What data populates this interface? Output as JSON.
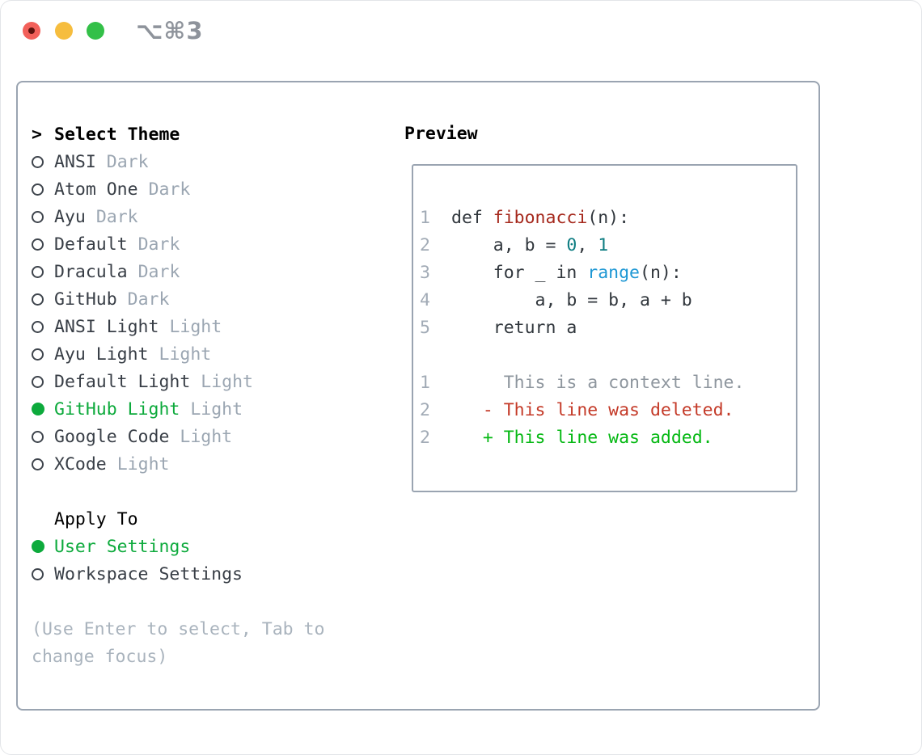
{
  "window": {
    "title": "⌥⌘3",
    "traffic_lights": [
      {
        "name": "close",
        "color": "#f2605a"
      },
      {
        "name": "minimize",
        "color": "#f6bd3e"
      },
      {
        "name": "maximize",
        "color": "#33c048"
      }
    ]
  },
  "theme_list": {
    "header_prompt": ">",
    "header": "Select Theme",
    "items": [
      {
        "name": "ANSI",
        "variant": "Dark",
        "selected": false
      },
      {
        "name": "Atom One",
        "variant": "Dark",
        "selected": false
      },
      {
        "name": "Ayu",
        "variant": "Dark",
        "selected": false
      },
      {
        "name": "Default",
        "variant": "Dark",
        "selected": false
      },
      {
        "name": "Dracula",
        "variant": "Dark",
        "selected": false
      },
      {
        "name": "GitHub",
        "variant": "Dark",
        "selected": false
      },
      {
        "name": "ANSI Light",
        "variant": "Light",
        "selected": false
      },
      {
        "name": "Ayu Light",
        "variant": "Light",
        "selected": false
      },
      {
        "name": "Default Light",
        "variant": "Light",
        "selected": false
      },
      {
        "name": "GitHub Light",
        "variant": "Light",
        "selected": true
      },
      {
        "name": "Google Code",
        "variant": "Light",
        "selected": false
      },
      {
        "name": "XCode",
        "variant": "Light",
        "selected": false
      }
    ]
  },
  "apply_to": {
    "header": "Apply To",
    "options": [
      {
        "name": "User Settings",
        "selected": true
      },
      {
        "name": "Workspace Settings",
        "selected": false
      }
    ]
  },
  "hint_lines": [
    "(Use Enter to select, Tab to",
    "change focus)"
  ],
  "preview": {
    "header": "Preview",
    "code_lines": [
      {
        "num": "1",
        "segments": [
          {
            "t": "def ",
            "c": "plain"
          },
          {
            "t": "fibonacci",
            "c": "func"
          },
          {
            "t": "(n):",
            "c": "plain"
          }
        ]
      },
      {
        "num": "2",
        "segments": [
          {
            "t": "    a, b = ",
            "c": "plain"
          },
          {
            "t": "0",
            "c": "number"
          },
          {
            "t": ", ",
            "c": "plain"
          },
          {
            "t": "1",
            "c": "number"
          }
        ]
      },
      {
        "num": "3",
        "segments": [
          {
            "t": "    for _ in ",
            "c": "plain"
          },
          {
            "t": "range",
            "c": "builtin"
          },
          {
            "t": "(n):",
            "c": "plain"
          }
        ]
      },
      {
        "num": "4",
        "segments": [
          {
            "t": "        a, b = b, a + b",
            "c": "plain"
          }
        ]
      },
      {
        "num": "5",
        "segments": [
          {
            "t": "    return a",
            "c": "plain"
          }
        ]
      },
      {
        "num": "",
        "segments": []
      },
      {
        "num": "1",
        "segments": [
          {
            "t": "     This is a context line.",
            "c": "context"
          }
        ]
      },
      {
        "num": "2",
        "segments": [
          {
            "t": "   - This line was deleted.",
            "c": "deleted"
          }
        ]
      },
      {
        "num": "2",
        "segments": [
          {
            "t": "   + This line was added.",
            "c": "added"
          }
        ]
      }
    ]
  },
  "colors": {
    "selected_green": "#0daa3c",
    "added_green": "#05b813",
    "deleted_red": "#c43a28",
    "function_red": "#a5281c",
    "number_teal": "#0e7d82",
    "builtin_blue": "#1d97d4",
    "panel_border_gray": "#9aa4b1",
    "muted_gray": "#9ba6b2"
  }
}
